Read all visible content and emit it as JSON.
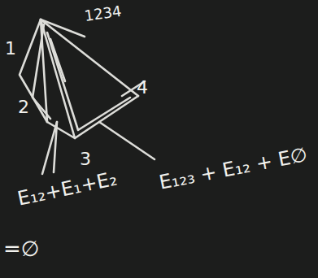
{
  "diagram": {
    "labels": [
      "1234",
      "1",
      "2",
      "3",
      "4",
      "E₁₂+E₁+E₂",
      "E₁₂₃ + E₁₂ + E∅",
      "=∅"
    ]
  }
}
